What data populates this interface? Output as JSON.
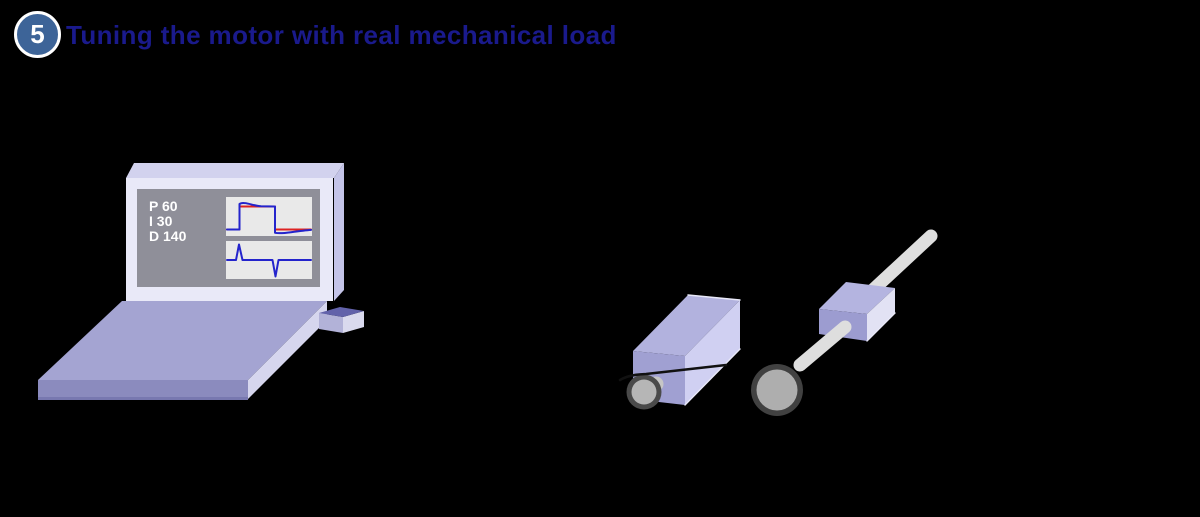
{
  "background": "#000000",
  "header": {
    "step_number": "5",
    "title": "Tuning the motor with real mechanical load",
    "title_color": "#1a1a8c",
    "badge_color": "#3d6498"
  },
  "laptop": {
    "pid_lines": [
      "P 60",
      "I 30",
      "D 140"
    ],
    "plots": [
      {
        "name": "position-step-response",
        "target_color": "#dd2222",
        "response_color": "#2424cc"
      },
      {
        "name": "velocity-impulse-response",
        "response_color": "#2424cc"
      }
    ]
  },
  "palette": {
    "laptop_base_top": "#a4a4d2",
    "laptop_base_front": "#8b8bbe",
    "laptop_bezel": "#e9e9f8",
    "screen_gray": "#8f8f99",
    "chart_panel": "#e9e9e9",
    "box_top": "#b2b2de",
    "box_front": "#a0a0d2",
    "box_side_light": "#d0d0f2",
    "rod_gray": "#dedede",
    "pulley_ring": "#464646",
    "pulley_fill": "#b2b2b2",
    "belt": "#111111"
  }
}
